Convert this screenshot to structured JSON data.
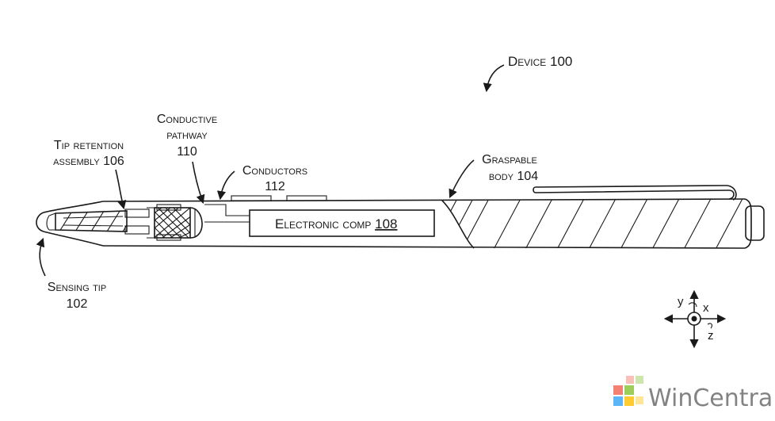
{
  "labels": {
    "device": "Device 100",
    "conductive_line1": "Conductive",
    "conductive_line2": "pathway",
    "conductive_line3": "110",
    "tip_retention_line1": "Tip retention",
    "tip_retention_line2": "assembly 106",
    "conductors_line1": "Conductors",
    "conductors_line2": "112",
    "graspable_line1": "Graspable",
    "graspable_line2": "body 104",
    "electronic_text": "Electronic comp ",
    "electronic_num": "108",
    "sensing_line1": "Sensing tip",
    "sensing_line2": "102"
  },
  "axes": {
    "x": "x",
    "y": "y",
    "z": "z"
  },
  "watermark": {
    "text": "WinCentral",
    "colors": [
      "#f26b5b",
      "#8cc63f",
      "#3fa9f5",
      "#ffc20e"
    ]
  }
}
